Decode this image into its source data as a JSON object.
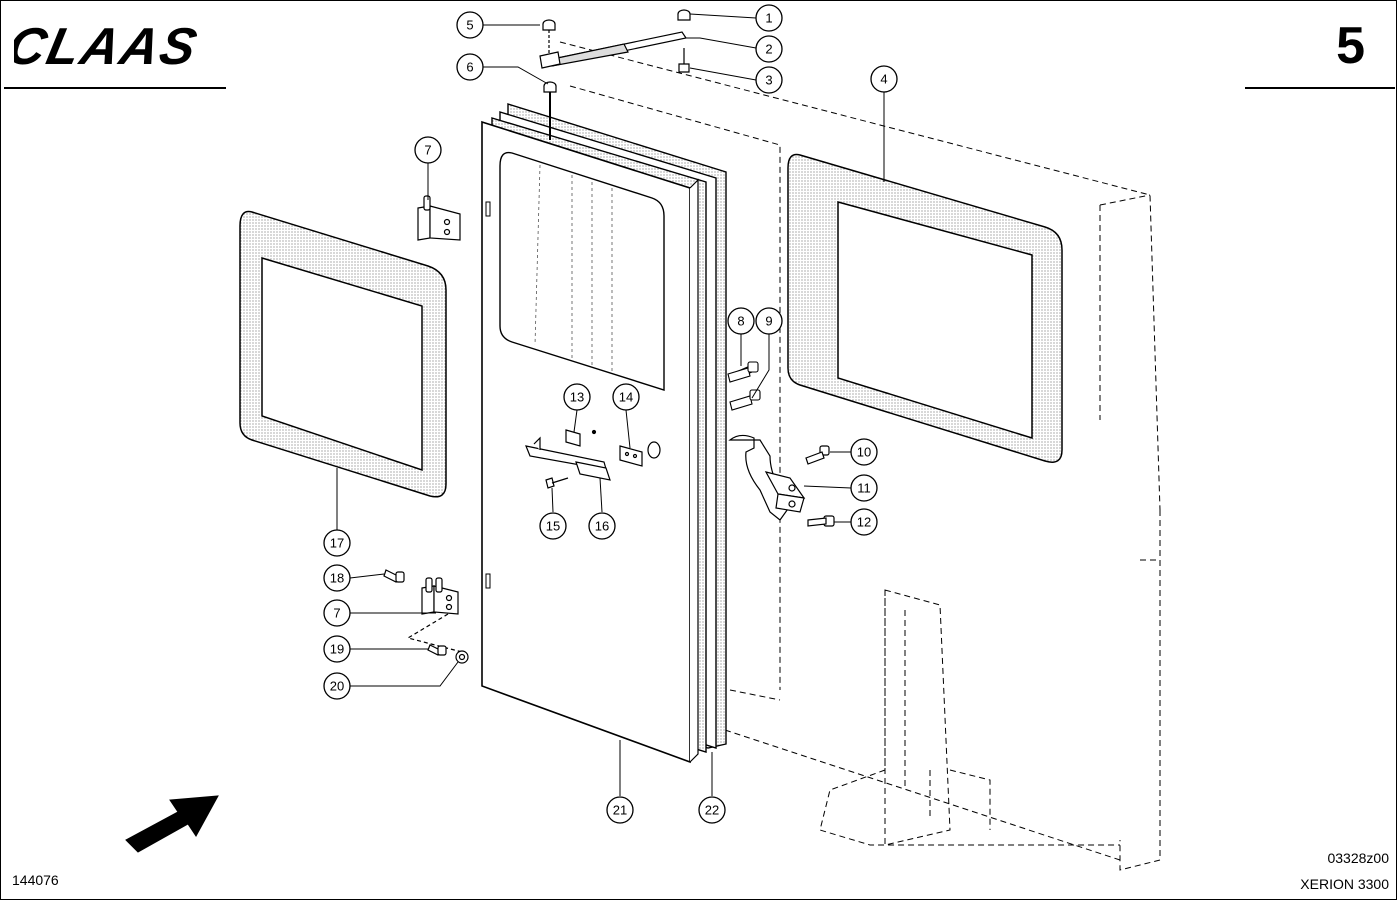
{
  "header": {
    "brand": "CLAAS",
    "section_number": "5"
  },
  "footer": {
    "left_code": "144076",
    "drawing_code": "03328z00",
    "model": "XERION 3300"
  },
  "callouts": [
    "1",
    "2",
    "3",
    "4",
    "5",
    "6",
    "7",
    "7",
    "8",
    "9",
    "10",
    "11",
    "12",
    "13",
    "14",
    "15",
    "16",
    "17",
    "18",
    "19",
    "20",
    "21",
    "22"
  ],
  "icons": {
    "direction_arrow": "arrow-up-right-icon"
  }
}
